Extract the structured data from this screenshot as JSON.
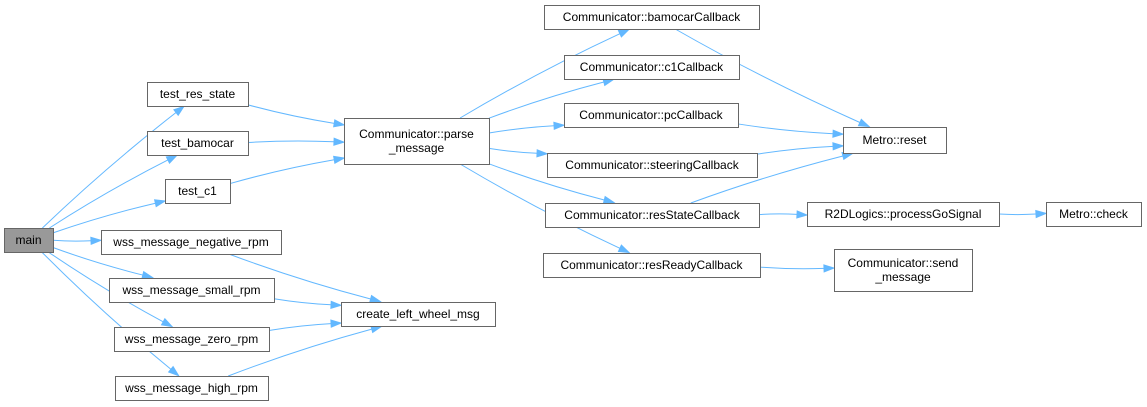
{
  "graph": {
    "nodes": [
      {
        "id": "main",
        "lines": [
          "main"
        ],
        "root": true
      },
      {
        "id": "test_res_state",
        "lines": [
          "test_res_state"
        ]
      },
      {
        "id": "test_bamocar",
        "lines": [
          "test_bamocar"
        ]
      },
      {
        "id": "test_c1",
        "lines": [
          "test_c1"
        ]
      },
      {
        "id": "wss_neg",
        "lines": [
          "wss_message_negative_rpm"
        ]
      },
      {
        "id": "wss_small",
        "lines": [
          "wss_message_small_rpm"
        ]
      },
      {
        "id": "wss_zero",
        "lines": [
          "wss_message_zero_rpm"
        ]
      },
      {
        "id": "wss_high",
        "lines": [
          "wss_message_high_rpm"
        ]
      },
      {
        "id": "parse",
        "lines": [
          "Communicator::parse",
          "_message"
        ]
      },
      {
        "id": "create_left",
        "lines": [
          "create_left_wheel_msg"
        ]
      },
      {
        "id": "bamocarCb",
        "lines": [
          "Communicator::bamocarCallback"
        ]
      },
      {
        "id": "c1Cb",
        "lines": [
          "Communicator::c1Callback"
        ]
      },
      {
        "id": "pcCb",
        "lines": [
          "Communicator::pcCallback"
        ]
      },
      {
        "id": "steeringCb",
        "lines": [
          "Communicator::steeringCallback"
        ]
      },
      {
        "id": "resStateCb",
        "lines": [
          "Communicator::resStateCallback"
        ]
      },
      {
        "id": "resReadyCb",
        "lines": [
          "Communicator::resReadyCallback"
        ]
      },
      {
        "id": "metroReset",
        "lines": [
          "Metro::reset"
        ]
      },
      {
        "id": "r2d",
        "lines": [
          "R2DLogics::processGoSignal"
        ]
      },
      {
        "id": "metroCheck",
        "lines": [
          "Metro::check"
        ]
      },
      {
        "id": "sendMsg",
        "lines": [
          "Communicator::send",
          "_message"
        ]
      }
    ],
    "edges": [
      {
        "from": "main",
        "to": "test_res_state"
      },
      {
        "from": "main",
        "to": "test_bamocar"
      },
      {
        "from": "main",
        "to": "test_c1"
      },
      {
        "from": "main",
        "to": "wss_neg"
      },
      {
        "from": "main",
        "to": "wss_small"
      },
      {
        "from": "main",
        "to": "wss_zero"
      },
      {
        "from": "main",
        "to": "wss_high"
      },
      {
        "from": "test_res_state",
        "to": "parse"
      },
      {
        "from": "test_bamocar",
        "to": "parse"
      },
      {
        "from": "test_c1",
        "to": "parse"
      },
      {
        "from": "wss_neg",
        "to": "create_left"
      },
      {
        "from": "wss_small",
        "to": "create_left"
      },
      {
        "from": "wss_zero",
        "to": "create_left"
      },
      {
        "from": "wss_high",
        "to": "create_left"
      },
      {
        "from": "parse",
        "to": "bamocarCb"
      },
      {
        "from": "parse",
        "to": "c1Cb"
      },
      {
        "from": "parse",
        "to": "pcCb"
      },
      {
        "from": "parse",
        "to": "steeringCb"
      },
      {
        "from": "parse",
        "to": "resStateCb"
      },
      {
        "from": "parse",
        "to": "resReadyCb"
      },
      {
        "from": "bamocarCb",
        "to": "metroReset"
      },
      {
        "from": "pcCb",
        "to": "metroReset"
      },
      {
        "from": "steeringCb",
        "to": "metroReset"
      },
      {
        "from": "resStateCb",
        "to": "metroReset"
      },
      {
        "from": "resStateCb",
        "to": "r2d"
      },
      {
        "from": "r2d",
        "to": "metroCheck"
      },
      {
        "from": "resReadyCb",
        "to": "sendMsg"
      }
    ]
  }
}
